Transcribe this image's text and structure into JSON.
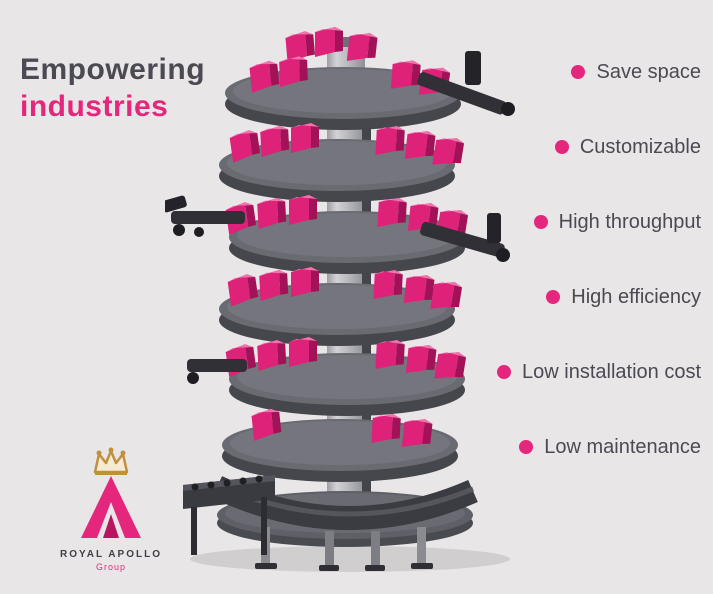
{
  "title": {
    "line1": "Empowering",
    "line2": "industries"
  },
  "features": [
    "Save space",
    "Customizable",
    "High throughput",
    "High efficiency",
    "Low installation cost",
    "Low maintenance"
  ],
  "logo": {
    "name": "ROYAL APOLLO",
    "group": "Group"
  },
  "colors": {
    "background": "#e9e6e8",
    "text": "#4b4a52",
    "accent": "#e5267d",
    "machine_gray": "#66666e",
    "box_pink": "#de2179"
  }
}
